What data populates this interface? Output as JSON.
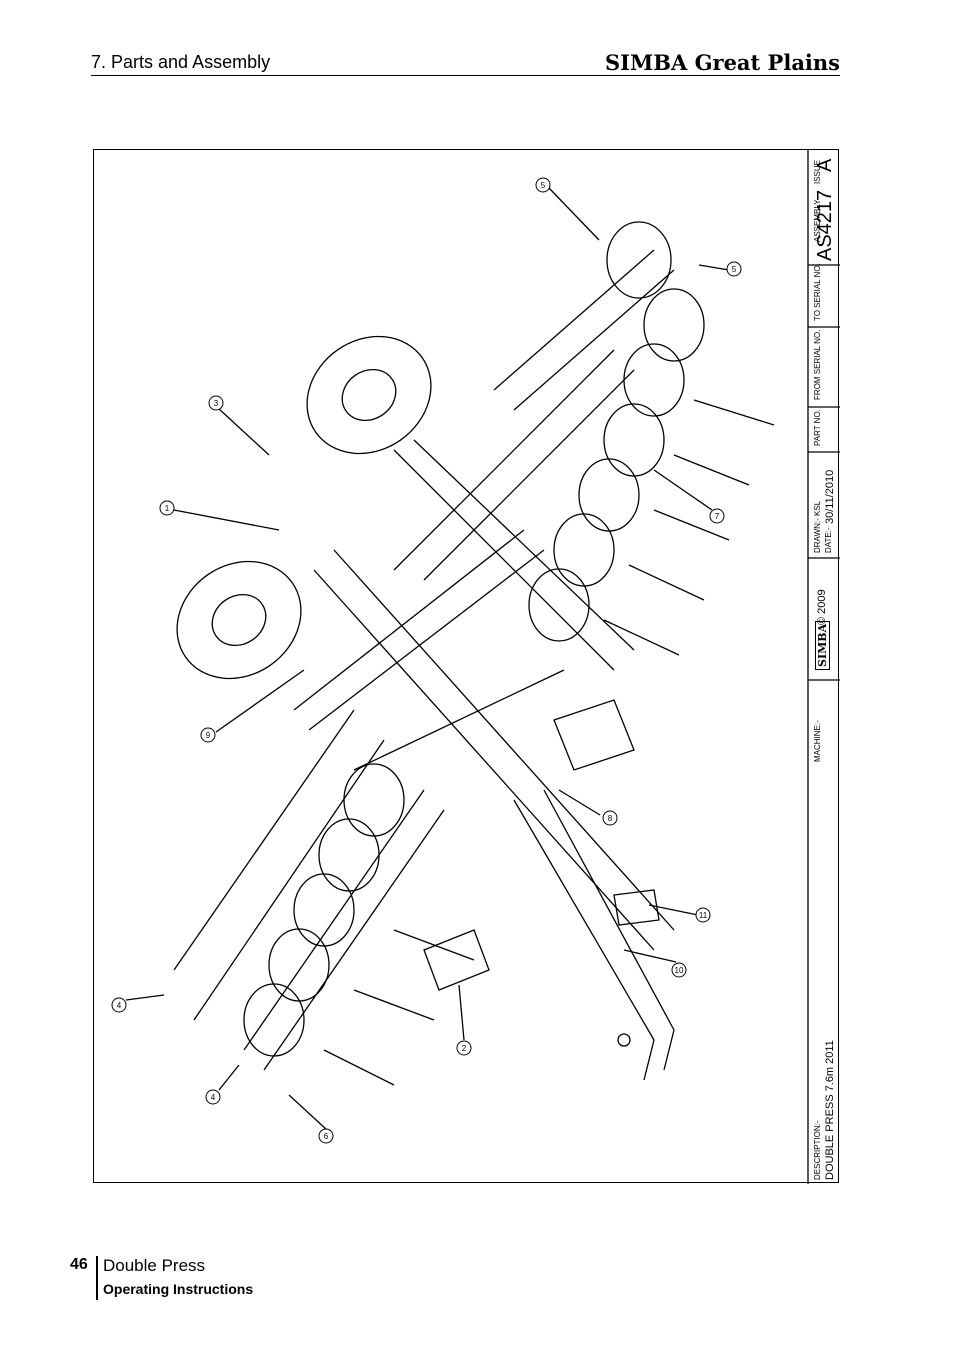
{
  "header": {
    "section": "7. Parts and Assembly",
    "brand": "SIMBA Great Plains"
  },
  "title_block": {
    "issue_label": "ISSUE",
    "issue_value": "A",
    "assembly_label": "ASSEMBLY",
    "assembly_value": "AS4217",
    "to_serial_label": "TO SERIAL NO.",
    "from_serial_label": "FROM SERIAL NO.",
    "part_no_label": "PART NO.",
    "drawn_label": "DRAWN:- KSL",
    "date_label": "DATE:-",
    "date_value": "30/11/2010",
    "copyright": "© 2009",
    "logo_text": "SIMBA",
    "machine_label": "MACHINE:-",
    "description_label": "DESCRIPTION:-",
    "description_value": "DOUBLE PRESS 7.6m 2011"
  },
  "callouts": [
    "1",
    "2",
    "3",
    "4",
    "4",
    "5",
    "5",
    "6",
    "7",
    "8",
    "9",
    "10",
    "11"
  ],
  "footer": {
    "page_number": "46",
    "title": "Double Press",
    "subtitle": "Operating Instructions"
  }
}
